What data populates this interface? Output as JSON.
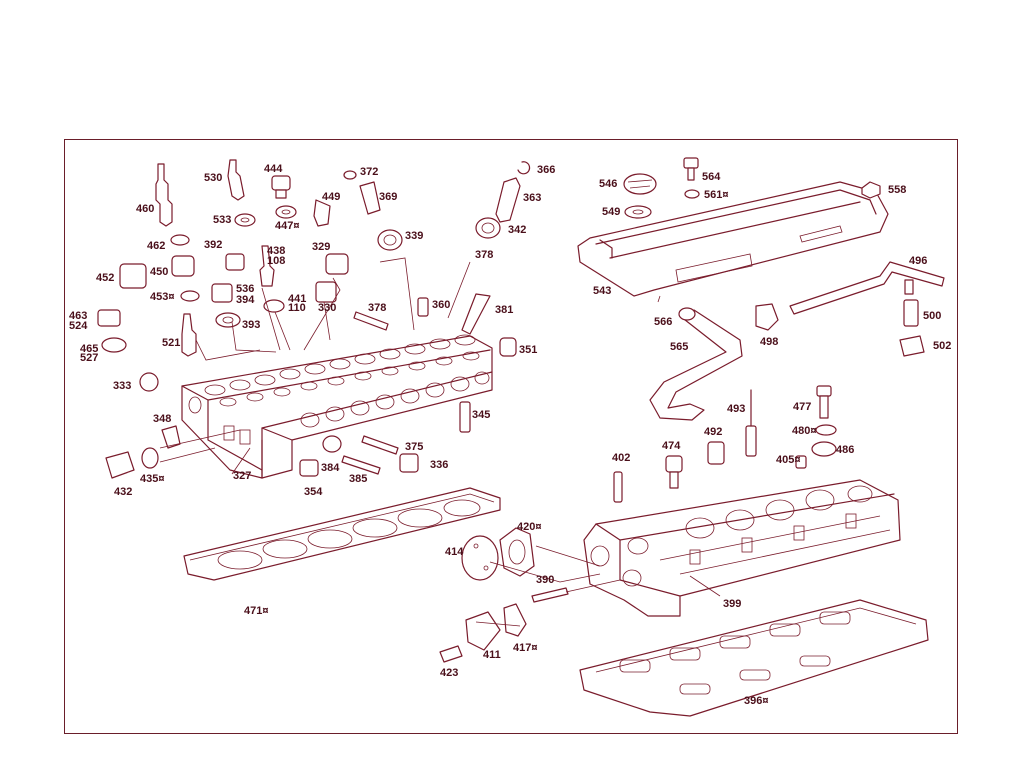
{
  "colors": {
    "line": "#7a1c2c",
    "label": "#4a0f1a",
    "frame": "#6a1e2a",
    "background": "#ffffff"
  },
  "callouts": [
    {
      "id": "p460",
      "text": "460"
    },
    {
      "id": "p530",
      "text": "530"
    },
    {
      "id": "p444",
      "text": "444"
    },
    {
      "id": "p372",
      "text": "372"
    },
    {
      "id": "p366",
      "text": "366"
    },
    {
      "id": "p546",
      "text": "546"
    },
    {
      "id": "p564",
      "text": "564"
    },
    {
      "id": "p558",
      "text": "558"
    },
    {
      "id": "p561",
      "text": "561¤"
    },
    {
      "id": "p549",
      "text": "549"
    },
    {
      "id": "p533",
      "text": "533"
    },
    {
      "id": "p447",
      "text": "447¤"
    },
    {
      "id": "p449",
      "text": "449"
    },
    {
      "id": "p369",
      "text": "369"
    },
    {
      "id": "p363",
      "text": "363"
    },
    {
      "id": "p462",
      "text": "462"
    },
    {
      "id": "p392",
      "text": "392"
    },
    {
      "id": "p438",
      "text": "438"
    },
    {
      "id": "p108",
      "text": "108"
    },
    {
      "id": "p329",
      "text": "329"
    },
    {
      "id": "p339",
      "text": "339"
    },
    {
      "id": "p342",
      "text": "342"
    },
    {
      "id": "p378a",
      "text": "378"
    },
    {
      "id": "p496",
      "text": "496"
    },
    {
      "id": "p452",
      "text": "452"
    },
    {
      "id": "p450",
      "text": "450"
    },
    {
      "id": "p536",
      "text": "536"
    },
    {
      "id": "p394",
      "text": "394"
    },
    {
      "id": "p453",
      "text": "453¤"
    },
    {
      "id": "p441",
      "text": "441"
    },
    {
      "id": "p110",
      "text": "110"
    },
    {
      "id": "p330",
      "text": "330"
    },
    {
      "id": "p378b",
      "text": "378"
    },
    {
      "id": "p360",
      "text": "360"
    },
    {
      "id": "p381",
      "text": "381"
    },
    {
      "id": "p543",
      "text": "543"
    },
    {
      "id": "p463",
      "text": "463"
    },
    {
      "id": "p524",
      "text": "524"
    },
    {
      "id": "p393",
      "text": "393"
    },
    {
      "id": "p566",
      "text": "566"
    },
    {
      "id": "p500",
      "text": "500"
    },
    {
      "id": "p521",
      "text": "521"
    },
    {
      "id": "p351",
      "text": "351"
    },
    {
      "id": "p498",
      "text": "498"
    },
    {
      "id": "p502",
      "text": "502"
    },
    {
      "id": "p465",
      "text": "465"
    },
    {
      "id": "p527",
      "text": "527"
    },
    {
      "id": "p565",
      "text": "565"
    },
    {
      "id": "p333",
      "text": "333"
    },
    {
      "id": "p477",
      "text": "477"
    },
    {
      "id": "p493",
      "text": "493"
    },
    {
      "id": "p348",
      "text": "348"
    },
    {
      "id": "p345",
      "text": "345"
    },
    {
      "id": "p480",
      "text": "480¤"
    },
    {
      "id": "p375",
      "text": "375"
    },
    {
      "id": "p492",
      "text": "492"
    },
    {
      "id": "p474",
      "text": "474"
    },
    {
      "id": "p486",
      "text": "486"
    },
    {
      "id": "p402",
      "text": "402"
    },
    {
      "id": "p405",
      "text": "405¤"
    },
    {
      "id": "p384",
      "text": "384"
    },
    {
      "id": "p336",
      "text": "336"
    },
    {
      "id": "p327",
      "text": "327"
    },
    {
      "id": "p435",
      "text": "435¤"
    },
    {
      "id": "p385",
      "text": "385"
    },
    {
      "id": "p432",
      "text": "432"
    },
    {
      "id": "p354",
      "text": "354"
    },
    {
      "id": "p420",
      "text": "420¤"
    },
    {
      "id": "p414",
      "text": "414"
    },
    {
      "id": "p390",
      "text": "390"
    },
    {
      "id": "p399",
      "text": "399"
    },
    {
      "id": "p471",
      "text": "471¤"
    },
    {
      "id": "p411",
      "text": "411"
    },
    {
      "id": "p417",
      "text": "417¤"
    },
    {
      "id": "p423",
      "text": "423"
    },
    {
      "id": "p396",
      "text": "396¤"
    }
  ]
}
